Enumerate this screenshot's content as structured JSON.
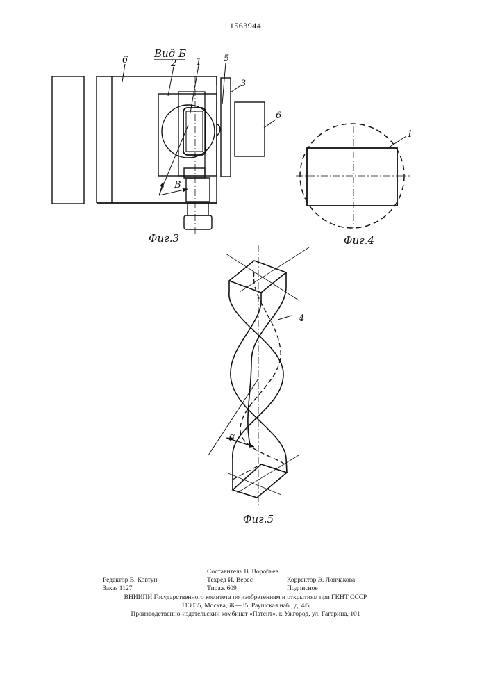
{
  "header": {
    "patent_number": "1563944"
  },
  "fig3": {
    "view_title": "Вид Б",
    "caption": "Фиг.3",
    "labels": [
      "6",
      "2",
      "1",
      "5",
      "3",
      "6",
      "B"
    ]
  },
  "fig4": {
    "caption": "Фиг.4",
    "labels": [
      "1"
    ]
  },
  "fig5": {
    "caption": "Фиг.5",
    "labels": [
      "4",
      "α"
    ]
  },
  "imprint": {
    "compiler": "Составитель В. Воробьев",
    "editor": "Редактор В. Ковтун",
    "techred": "Техред И. Верес",
    "corrector": "Корректор Э. Лончакова",
    "order": "Заказ 1127",
    "circulation": "Тираж 609",
    "subscription": "Подписное",
    "vniipi": "ВНИИПИ Государственного комитета по изобретениям и открытиям при ГКНТ СССР",
    "address": "113035, Москва, Ж—35, Раушская наб., д. 4/5",
    "plant": "Производственно-издательский комбинат «Патент», г. Ужгород, ул. Гагарина, 101"
  }
}
